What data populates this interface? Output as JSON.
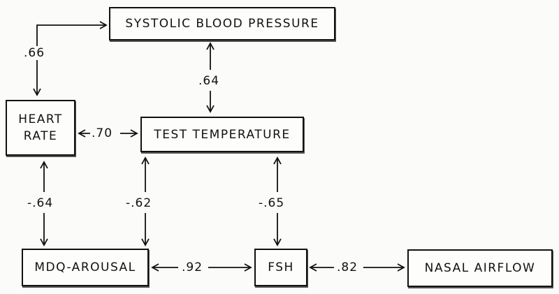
{
  "nodes": {
    "systolic": "SYSTOLIC BLOOD PRESSURE",
    "heart_rate": "HEART\nRATE",
    "test_temp": "TEST TEMPERATURE",
    "mdq": "MDQ-AROUSAL",
    "fsh": "FSH",
    "nasal": "NASAL AIRFLOW"
  },
  "edges": {
    "hr_systolic": ".66",
    "systolic_temp": ".64",
    "hr_temp": ".70",
    "hr_mdq": "-.64",
    "temp_mdq": "-.62",
    "temp_fsh": "-.65",
    "mdq_fsh": ".92",
    "fsh_nasal": ".82"
  },
  "colors": {
    "ink": "#111111",
    "paper": "#fbfbf9"
  }
}
